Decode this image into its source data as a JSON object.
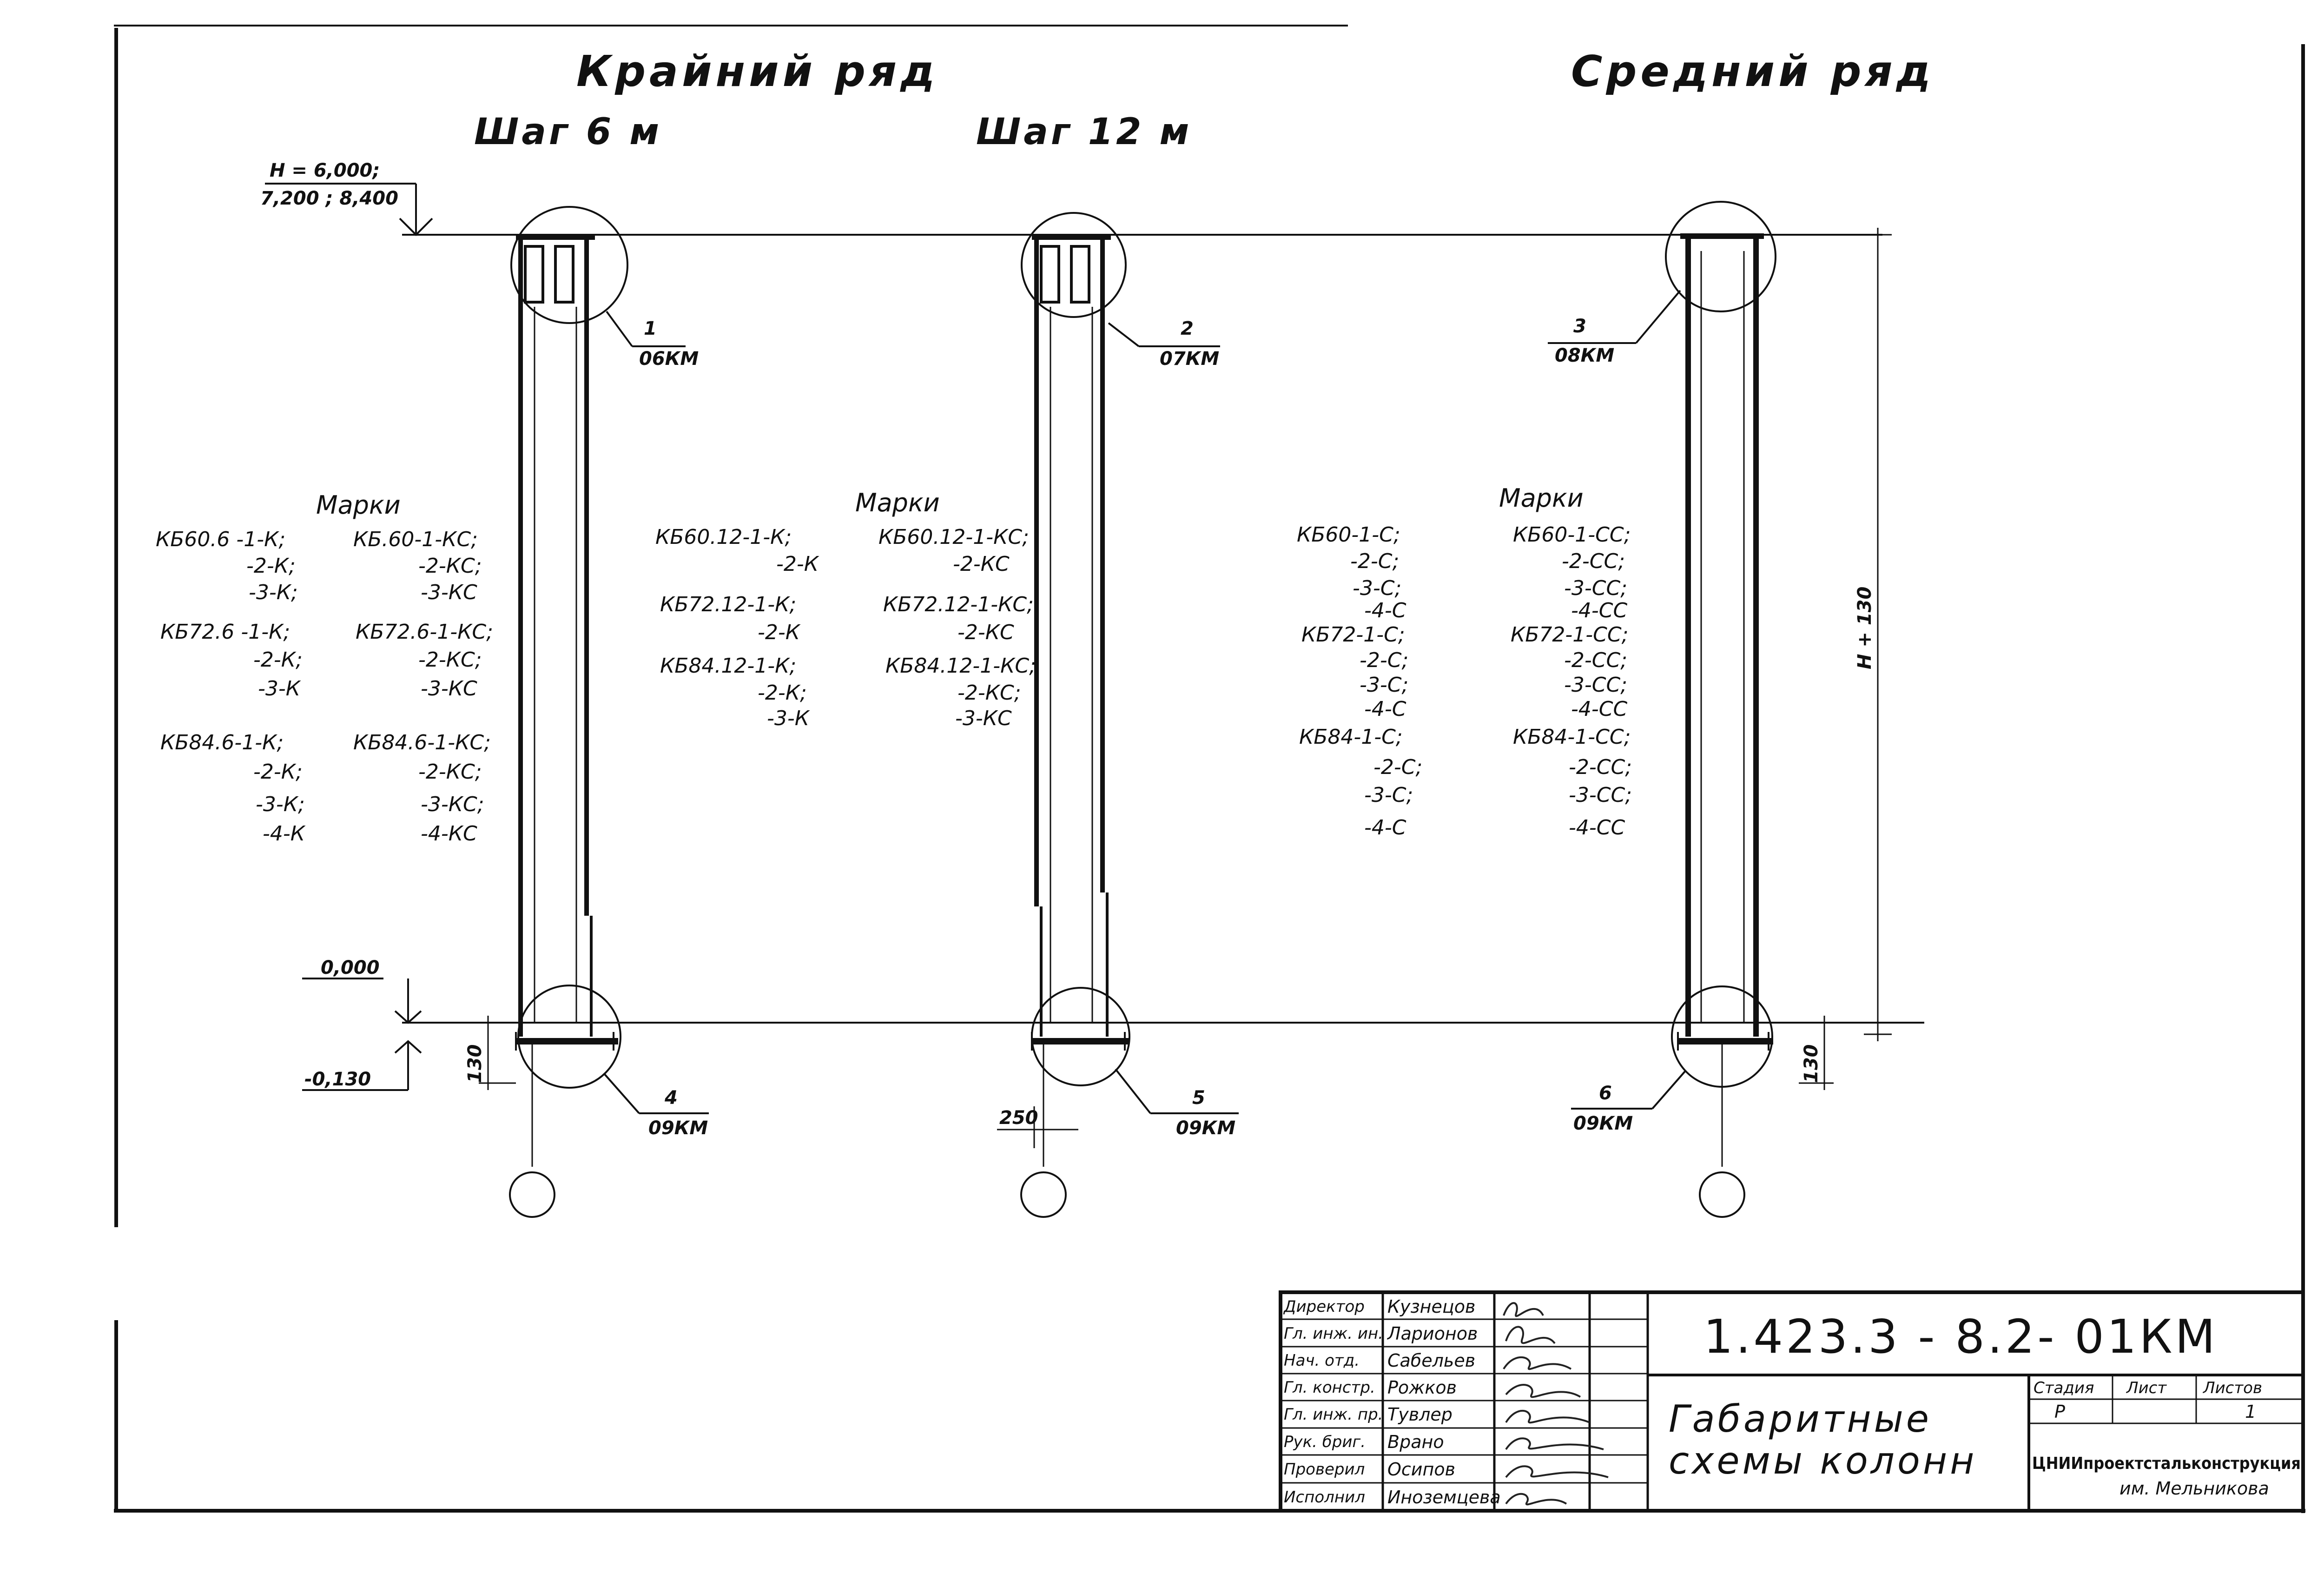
{
  "sheet": {
    "heading_edge_row": "Крайний ряд",
    "heading_middle_row": "Средний ряд",
    "step_6m": "Шаг 6 м",
    "step_12m": "Шаг 12 м",
    "top_elevation_line1": "H = 6,000;",
    "top_elevation_line2": "7,200 ; 8,400",
    "zero_elevation": "0,000",
    "base_elevation": "-0,130",
    "dim_130_left": "130",
    "dim_130_right": "130",
    "dim_250": "250",
    "dim_total_height": "H + 130"
  },
  "callouts": [
    {
      "num": "1",
      "ref": "06КМ"
    },
    {
      "num": "2",
      "ref": "07КМ"
    },
    {
      "num": "3",
      "ref": "08КМ"
    },
    {
      "num": "4",
      "ref": "09КМ"
    },
    {
      "num": "5",
      "ref": "09КМ"
    },
    {
      "num": "6",
      "ref": "09КМ"
    }
  ],
  "marks": {
    "group1": {
      "title": "Марки",
      "lines_left": [
        "КБ60.6 -1-К;",
        "-2-К;",
        "-3-К;",
        "КБ72.6 -1-К;",
        "-2-К;",
        "-3-К",
        "КБ84.6-1-К;",
        "-2-К;",
        "-3-К;",
        "-4-К"
      ],
      "lines_right": [
        "КБ.60-1-КС;",
        "-2-КС;",
        "-3-КС",
        "КБ72.6-1-КС;",
        "-2-КС;",
        "-3-КС",
        "КБ84.6-1-КС;",
        "-2-КС;",
        "-3-КС;",
        "-4-КС"
      ]
    },
    "group2": {
      "title": "Марки",
      "lines_left": [
        "КБ60.12-1-К;",
        "-2-К",
        "КБ72.12-1-К;",
        "-2-К",
        "КБ84.12-1-К;",
        "-2-К;",
        "-3-К"
      ],
      "lines_right": [
        "КБ60.12-1-КС;",
        "-2-КС",
        "КБ72.12-1-КС;",
        "-2-КС",
        "КБ84.12-1-КС;",
        "-2-КС;",
        "-3-КС"
      ]
    },
    "group3": {
      "title": "Марки",
      "lines_left": [
        "КБ60-1-С;",
        "-2-С;",
        "-3-С;",
        "-4-С",
        "КБ72-1-С;",
        "-2-С;",
        "-3-С;",
        "-4-С",
        "КБ84-1-С;",
        "-2-С;",
        "-3-С;",
        "-4-С"
      ],
      "lines_right": [
        "КБ60-1-СС;",
        "-2-СС;",
        "-3-СС;",
        "-4-СС",
        "КБ72-1-СС;",
        "-2-СС;",
        "-3-СС;",
        "-4-СС",
        "КБ84-1-СС;",
        "-2-СС;",
        "-3-СС;",
        "-4-СС"
      ]
    }
  },
  "title_block": {
    "roles": [
      "Директор",
      "Гл. инж. ин.",
      "Нач. отд.",
      "Гл. констр.",
      "Гл. инж. пр.",
      "Рук. бриг.",
      "Проверил",
      "Исполнил"
    ],
    "names": [
      "Кузнецов",
      "Ларионов",
      "Сабельев",
      "Рожков",
      "Тувлер",
      "Врано",
      "Осипов",
      "Иноземцева"
    ],
    "doc_number": "1.423.3 - 8.2- 01КМ",
    "title_line1": "Габаритные",
    "title_line2": "схемы колонн",
    "stage_header": "Стадия",
    "sheet_header": "Лист",
    "sheets_header": "Листов",
    "stage_value": "Р",
    "sheet_value": "",
    "sheets_value": "1",
    "org_line1": "ЦНИИпроектстальконструкция",
    "org_line2": "им. Мельникова"
  }
}
